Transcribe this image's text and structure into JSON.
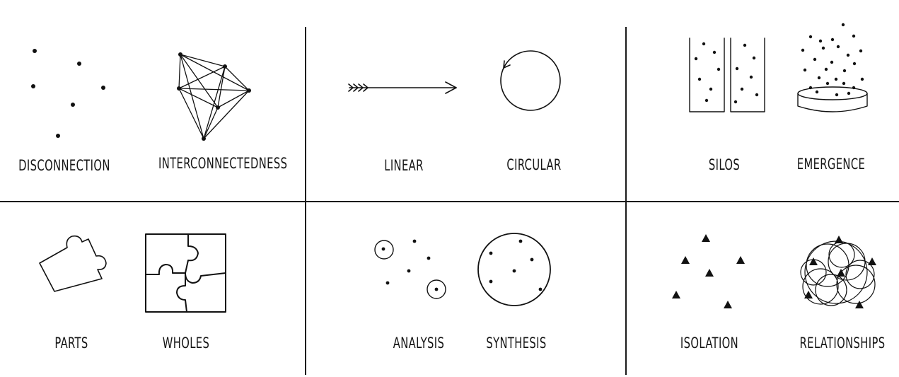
{
  "panels": {
    "p1": {
      "left": "DISCONNECTION",
      "right": "INTERCONNECTEDNESS"
    },
    "p2": {
      "left": "LINEAR",
      "right": "CIRCULAR"
    },
    "p3": {
      "left": "SILOS",
      "right": "EMERGENCE"
    },
    "p4": {
      "left": "PARTS",
      "right": "WHOLES"
    },
    "p5": {
      "left": "ANALYSIS",
      "right": "SYNTHESIS"
    },
    "p6": {
      "left": "ISOLATION",
      "right": "RELATIONSHIPS"
    }
  }
}
